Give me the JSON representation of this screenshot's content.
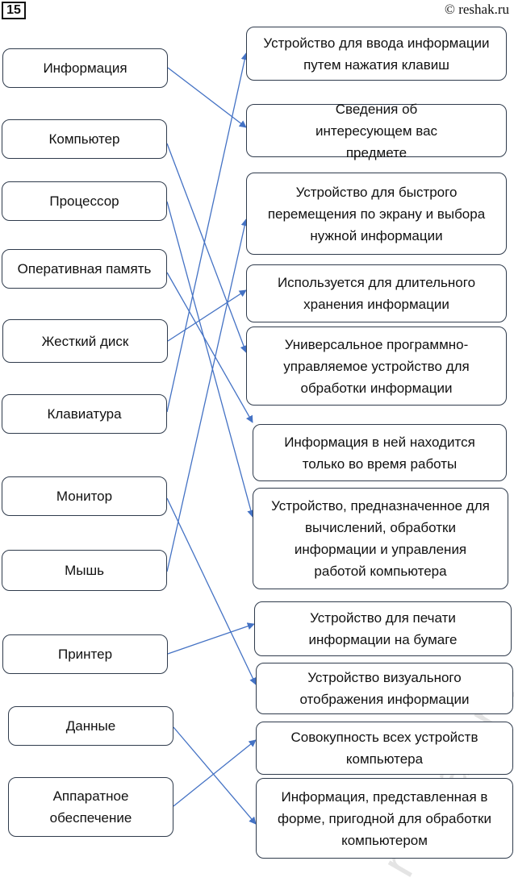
{
  "header": {
    "number": "15",
    "site": "© reshak.ru"
  },
  "left_terms": [
    "Информация",
    "Компьютер",
    "Процессор",
    "Оперативная память",
    "Жесткий диск",
    "Клавиатура",
    "Монитор",
    "Мышь",
    "Принтер",
    "Данные",
    "Аппаратное обеспечение"
  ],
  "right_definitions": [
    "Устройство для ввода информации путем нажатия клавиш",
    "Сведения об интересующем вас предмете",
    "Устройство для быстрого перемещения по экрану и выбора нужной информации",
    "Используется для длительного хранения информации",
    "Универсальное программно-управляемое устройство для обработки информации",
    "Информация в ней находится только во время работы",
    "Устройство, предназначенное для вычислений, обработки информации и управления работой компьютера",
    "Устройство для печати информации на бумаге",
    "Устройство визуального отображения информации",
    "Совокупность всех устройств компьютера",
    "Информация, представленная в форме, пригодной для обработки компьютером"
  ],
  "links": [
    [
      0,
      1
    ],
    [
      1,
      4
    ],
    [
      2,
      6
    ],
    [
      3,
      5
    ],
    [
      4,
      3
    ],
    [
      5,
      0
    ],
    [
      6,
      8
    ],
    [
      7,
      2
    ],
    [
      8,
      7
    ],
    [
      9,
      10
    ],
    [
      10,
      9
    ]
  ],
  "watermark": "reshak.ru",
  "colors": {
    "arrow": "#4472c4",
    "border": "#2f3b4c"
  }
}
